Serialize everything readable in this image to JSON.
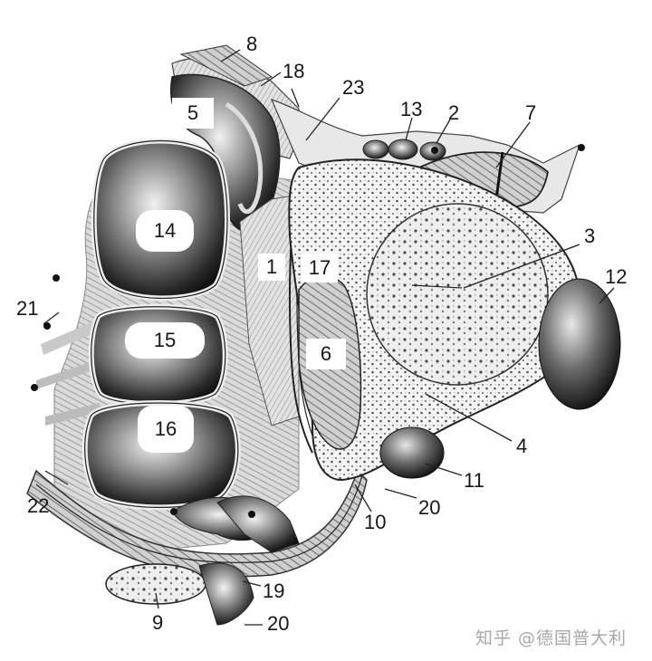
{
  "labels": {
    "l1": "1",
    "l2": "2",
    "l3": "3",
    "l4": "4",
    "l5": "5",
    "l6": "6",
    "l7": "7",
    "l8": "8",
    "l9": "9",
    "l10": "10",
    "l11": "11",
    "l12": "12",
    "l13": "13",
    "l14": "14",
    "l15": "15",
    "l16": "16",
    "l17": "17",
    "l18": "18",
    "l19": "19",
    "l20a": "20",
    "l20b": "20",
    "l21": "21",
    "l22": "22",
    "l23": "23"
  },
  "watermark": "知乎 @德国普大利"
}
